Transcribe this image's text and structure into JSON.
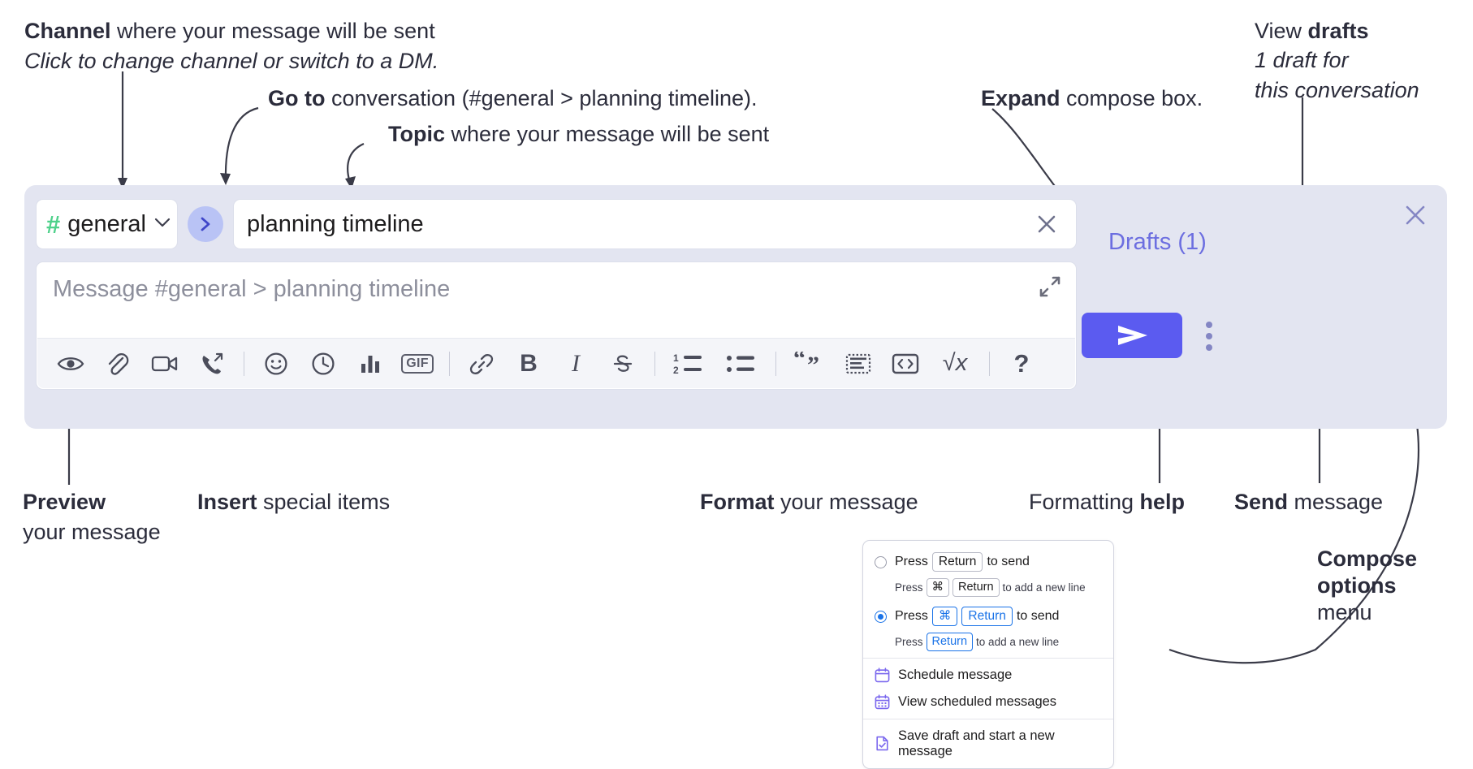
{
  "annotations": {
    "channel": {
      "bold": "Channel",
      "rest": " where your message will be sent",
      "italic": "Click to change channel or switch to a DM."
    },
    "goto": {
      "bold": "Go to",
      "rest": " conversation (#general > planning timeline)."
    },
    "topic": {
      "bold": "Topic",
      "rest": " where your message will be sent"
    },
    "expand": {
      "bold": "Expand",
      "rest": " compose box."
    },
    "drafts": {
      "normal": "View ",
      "bold": "drafts",
      "italic1": "1 draft for",
      "italic2": "this conversation"
    },
    "preview": {
      "bold": "Preview",
      "line2": "your message"
    },
    "insert": {
      "bold": "Insert",
      "rest": " special items"
    },
    "format": {
      "bold": "Format",
      "rest": " your message"
    },
    "help": {
      "normal": "Formatting ",
      "bold": "help"
    },
    "send": {
      "bold": "Send",
      "rest": " message"
    },
    "compose_options": {
      "bold1": "Compose",
      "bold2": "options",
      "rest": "menu"
    }
  },
  "compose": {
    "channel": {
      "hash": "#",
      "name": "general",
      "caret_icon": "chevron-down-icon"
    },
    "goto_button": {
      "icon": "chevron-right-icon"
    },
    "topic": {
      "value": "planning timeline",
      "clear_icon": "close-icon"
    },
    "message": {
      "placeholder": "Message #general > planning timeline",
      "expand_icon": "expand-diagonal-icon"
    },
    "panel_close_icon": "close-icon",
    "drafts_label": "Drafts (1)",
    "send_icon": "paper-plane-icon",
    "compose_menu_icon": "kebab-menu-icon",
    "toolbar": [
      {
        "name": "preview-icon",
        "label": "Preview",
        "type": "icon"
      },
      {
        "name": "attachment-icon",
        "label": "Attach file",
        "type": "icon"
      },
      {
        "name": "video-icon",
        "label": "Record video",
        "type": "icon"
      },
      {
        "name": "audio-call-icon",
        "label": "Record audio",
        "type": "icon"
      },
      {
        "name": "separator",
        "label": "",
        "type": "sep"
      },
      {
        "name": "emoji-icon",
        "label": "Emoji",
        "type": "icon"
      },
      {
        "name": "clock-icon",
        "label": "Reminder",
        "type": "icon"
      },
      {
        "name": "poll-icon",
        "label": "Poll",
        "type": "icon"
      },
      {
        "name": "gif-icon",
        "label": "GIF",
        "type": "gif"
      },
      {
        "name": "separator",
        "label": "",
        "type": "sep"
      },
      {
        "name": "link-icon",
        "label": "Link",
        "type": "icon"
      },
      {
        "name": "bold-icon",
        "label": "B",
        "type": "icon"
      },
      {
        "name": "italic-icon",
        "label": "I",
        "type": "icon"
      },
      {
        "name": "strikethrough-icon",
        "label": "S",
        "type": "icon"
      },
      {
        "name": "separator",
        "label": "",
        "type": "sep"
      },
      {
        "name": "ordered-list-icon",
        "label": "Numbered list",
        "type": "icon"
      },
      {
        "name": "bulleted-list-icon",
        "label": "Bulleted list",
        "type": "icon"
      },
      {
        "name": "separator",
        "label": "",
        "type": "sep"
      },
      {
        "name": "blockquote-icon",
        "label": "Blockquote",
        "type": "icon"
      },
      {
        "name": "code-block-icon",
        "label": "Code block",
        "type": "icon"
      },
      {
        "name": "code-icon",
        "label": "Code",
        "type": "icon"
      },
      {
        "name": "math-icon",
        "label": "√x",
        "type": "math"
      },
      {
        "name": "separator",
        "label": "",
        "type": "sep"
      },
      {
        "name": "help-icon",
        "label": "?",
        "type": "qmark"
      }
    ]
  },
  "compose_options_menu": {
    "options": [
      {
        "selected": false,
        "main_prefix": "Press",
        "main_key": "Return",
        "main_suffix": "to send",
        "sub_prefix": "Press",
        "sub_key1": "⌘",
        "sub_key2": "Return",
        "sub_suffix": "to add a new line"
      },
      {
        "selected": true,
        "main_prefix": "Press",
        "main_key1": "⌘",
        "main_key2": "Return",
        "main_suffix": "to send",
        "sub_prefix": "Press",
        "sub_key": "Return",
        "sub_suffix": "to add a new line"
      }
    ],
    "items": [
      {
        "icon": "calendar-icon",
        "label": "Schedule message"
      },
      {
        "icon": "calendar-grid-icon",
        "label": "View scheduled messages"
      },
      {
        "icon": "document-check-icon",
        "label": "Save draft and start a new message"
      }
    ]
  },
  "colors": {
    "panel_bg": "#e3e5f1",
    "accent_purple": "#5b5bf0",
    "drafts_purple": "#6c6ee0",
    "hash_green": "#4fd18b",
    "goto_blue": "#b9c3f5",
    "radio_blue": "#1a73e8",
    "ink": "#2b2c3b"
  }
}
